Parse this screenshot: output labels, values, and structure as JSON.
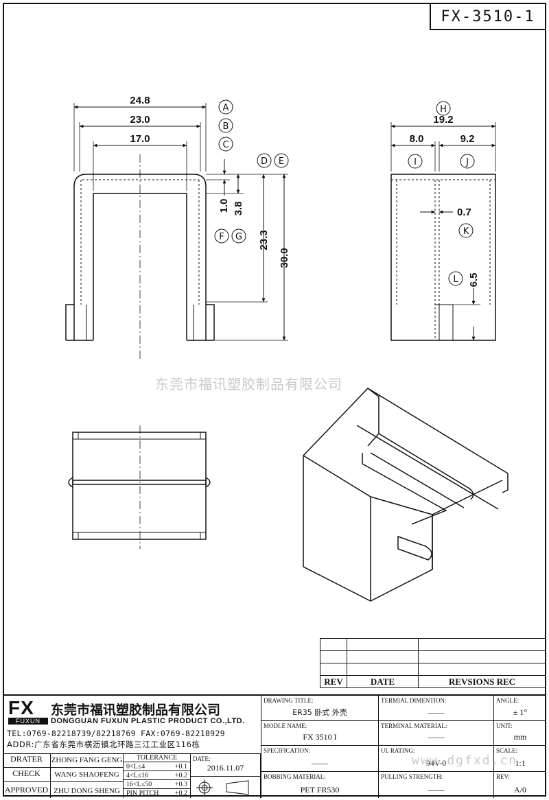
{
  "drawing_number": "FX-3510-1",
  "dimensions": {
    "front": {
      "d_a": "24.8",
      "d_b": "23.0",
      "d_c": "17.0",
      "d_f": "1.0",
      "d_g": "3.8",
      "d_d": "23.3",
      "d_e": "30.0"
    },
    "side": {
      "d_h": "19.2",
      "d_i": "8.0",
      "d_j": "9.2",
      "d_k": "0.7",
      "d_l": "6.5"
    }
  },
  "callouts": {
    "a": "A",
    "b": "B",
    "c": "C",
    "d": "D",
    "e": "E",
    "f": "F",
    "g": "G",
    "h": "H",
    "i": "I",
    "j": "J",
    "k": "K",
    "l": "L"
  },
  "watermark": {
    "company_cn": "东莞市福讯塑胶制品有限公司",
    "url": "www.dgfxd.cn"
  },
  "revisions": {
    "headers": [
      "REV",
      "DATE",
      "REVSIONS REC"
    ]
  },
  "company": {
    "logo_text": "FX",
    "logo_sub": "FUXUN",
    "name_cn": "东莞市福讯塑胶制品有限公司",
    "name_en": "DONGGUAN FUXUN PLASTIC PRODUCT CO.,LTD.",
    "tel": "TEL:0769-82218739/82218769 FAX:0769-82218929",
    "addr": "ADDR:广东省东莞市横沥镇北环路三江工业区116栋"
  },
  "people": {
    "drater_label": "DRATER",
    "drater": "ZHONG FANG GENG",
    "check_label": "CHECK",
    "check": "WANG SHAOFENG",
    "approved_label": "APPROVED",
    "approved": "ZHU DONG SHENG"
  },
  "tolerance": {
    "title": "TOLERANCE",
    "rows": [
      "0<L≤4",
      "+0.1",
      "4<L≤16",
      "+0.2",
      "16<L≤50",
      "+0.3",
      "PIN PITCH",
      "+0.2"
    ]
  },
  "date": {
    "label": "DATE:",
    "value": "2016.11.07"
  },
  "fields": {
    "drawing_title_label": "DRAWING TITLE:",
    "drawing_title": "ER35 卧式 外壳",
    "model_label": "MODLE NAME:",
    "model": "FX 3510 I",
    "spec_label": "SPECIFICATION:",
    "spec": "——",
    "bobbin_label": "BOBBING MATERIAL:",
    "bobbin": "PET FR530",
    "term_dim_label": "TERMIAL DIMENTION:",
    "term_dim": "——",
    "term_mat_label": "TERMINAL MATERIAL:",
    "term_mat": "——",
    "ul_label": "UL RATING:",
    "ul": "94V-0",
    "pull_label": "PULLING STRENGTH:",
    "pull": "——",
    "angle_label": "ANGLE:",
    "angle": "± 1°",
    "unit_label": "UNIT:",
    "unit": "mm",
    "scale_label": "SCALE:",
    "scale": "1:1",
    "rev_label": "REV:",
    "rev": "A/0"
  }
}
